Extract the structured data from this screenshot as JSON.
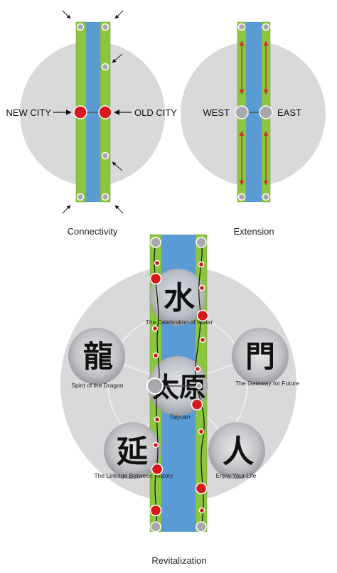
{
  "connectivity": {
    "caption": "Connectivity",
    "left_label": "NEW CITY",
    "right_label": "OLD CITY"
  },
  "extension": {
    "caption": "Extension",
    "left_label": "WEST",
    "right_label": "EAST"
  },
  "revitalization": {
    "caption": "Revitalization",
    "center_label": "Taiyuan",
    "center_glyphs": "太原",
    "themes": [
      {
        "glyph": "水",
        "label": "The Celebration of Water"
      },
      {
        "glyph": "門",
        "label": "The Gateway for Future"
      },
      {
        "glyph": "人",
        "label": "Enjoy Your Life"
      },
      {
        "glyph": "延",
        "label": "The Linkage Between History"
      },
      {
        "glyph": "龍",
        "label": "Spirit of the Dragon"
      }
    ]
  },
  "colors": {
    "river": "#5b9bd5",
    "bank": "#8cc63f",
    "circle": "#d9d9dc",
    "node_red": "#d7191c",
    "node_grey": "#a9a9ad",
    "arrow": "#d0312d"
  }
}
